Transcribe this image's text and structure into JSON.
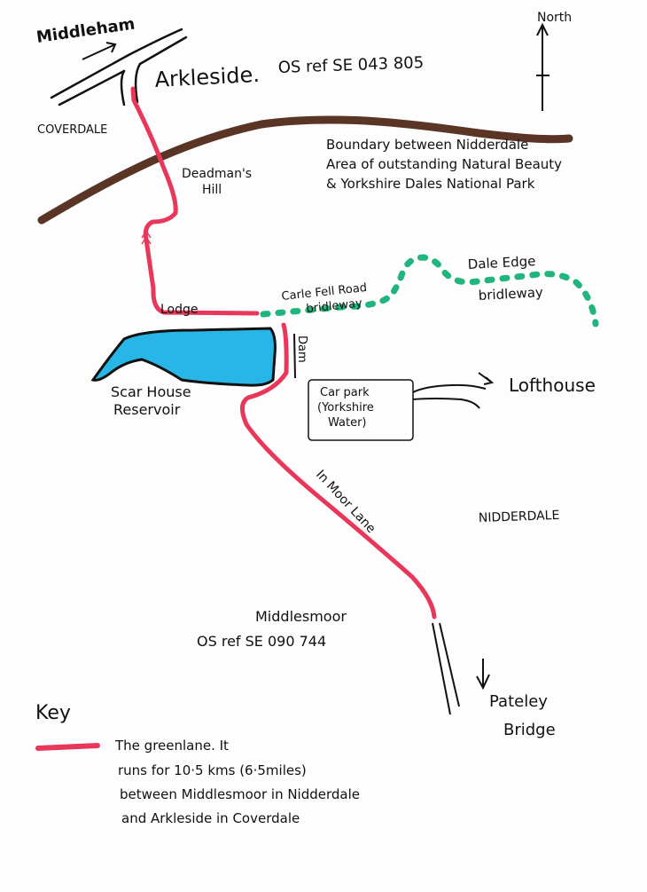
{
  "title": "Greenlane map: Middlesmoor to Arkleside",
  "colors": {
    "greenlane": "#e8375a",
    "boundary": "#5a3525",
    "bridleway": "#1fb57d",
    "reservoir": "#27b6e5"
  },
  "labels": {
    "middleham": "Middleham",
    "arkleside": "Arkleside.",
    "arkleside_ref": "OS ref SE 043 805",
    "north": "North",
    "coverdale": "COVERDALE",
    "deadmans": "Deadman's",
    "hill": "Hill",
    "boundary_lines": [
      "Boundary between Nidderdale",
      "Area of outstanding Natural Beauty",
      "& Yorkshire Dales National Park"
    ],
    "carle_fell": "Carle Fell Road",
    "carle_bridleway": "bridleway",
    "dale_edge": "Dale Edge",
    "dale_bridleway": "bridleway",
    "lodge": "Lodge",
    "dam": "Dam",
    "reservoir_1": "Scar House",
    "reservoir_2": "Reservoir",
    "car_park_lines": [
      "Car park",
      "(Yorkshire",
      "Water)"
    ],
    "lofthouse": "Lofthouse",
    "in_moor_lane": "In Moor Lane",
    "nidderdale": "NIDDERDALE",
    "middlesmoor": "Middlesmoor",
    "middlesmoor_ref": "OS ref  SE 090 744",
    "pateley": "Pateley",
    "bridge": "Bridge"
  },
  "key": {
    "title": "Key",
    "description_lines": [
      "The greenlane. It",
      "runs for 10·5 kms (6·5miles)",
      "between Middlesmoor in Nidderdale",
      "and Arkleside in Coverdale"
    ]
  }
}
